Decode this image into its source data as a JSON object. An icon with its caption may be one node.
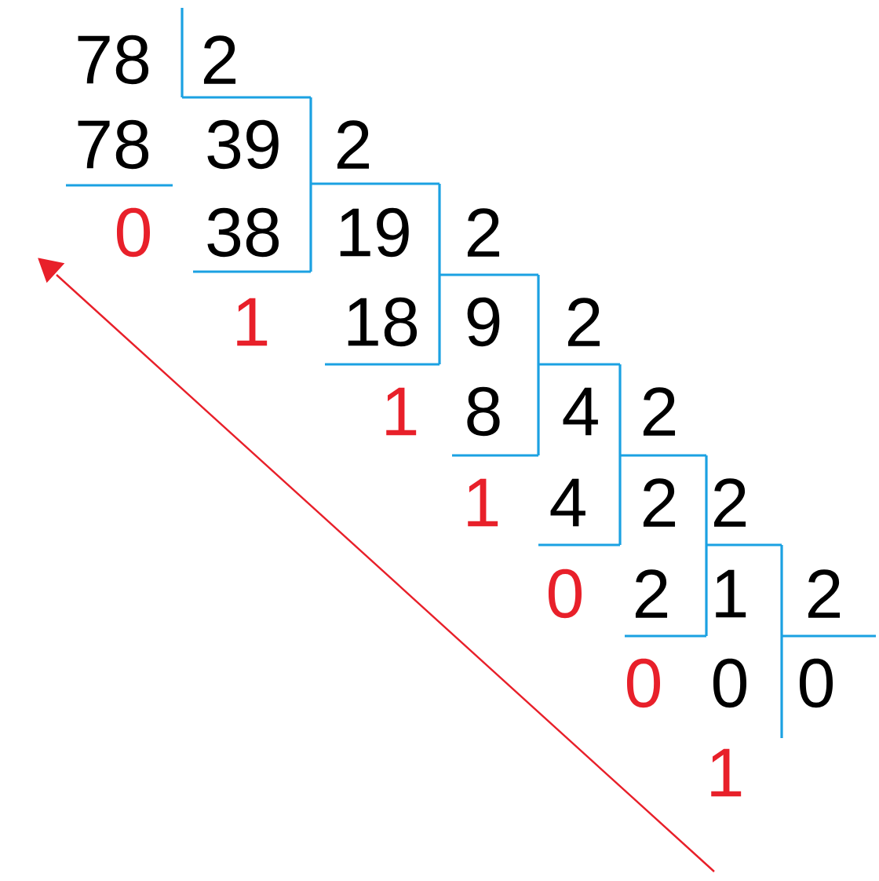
{
  "diagram": {
    "labels": [
      "78",
      "2",
      "78",
      "39",
      "2",
      "0",
      "38",
      "19",
      "2",
      "1",
      "18",
      "9",
      "2",
      "1",
      "8",
      "4",
      "2",
      "1",
      "4",
      "2",
      "2",
      "0",
      "2",
      "1",
      "2",
      "0",
      "0",
      "0",
      "1"
    ]
  }
}
